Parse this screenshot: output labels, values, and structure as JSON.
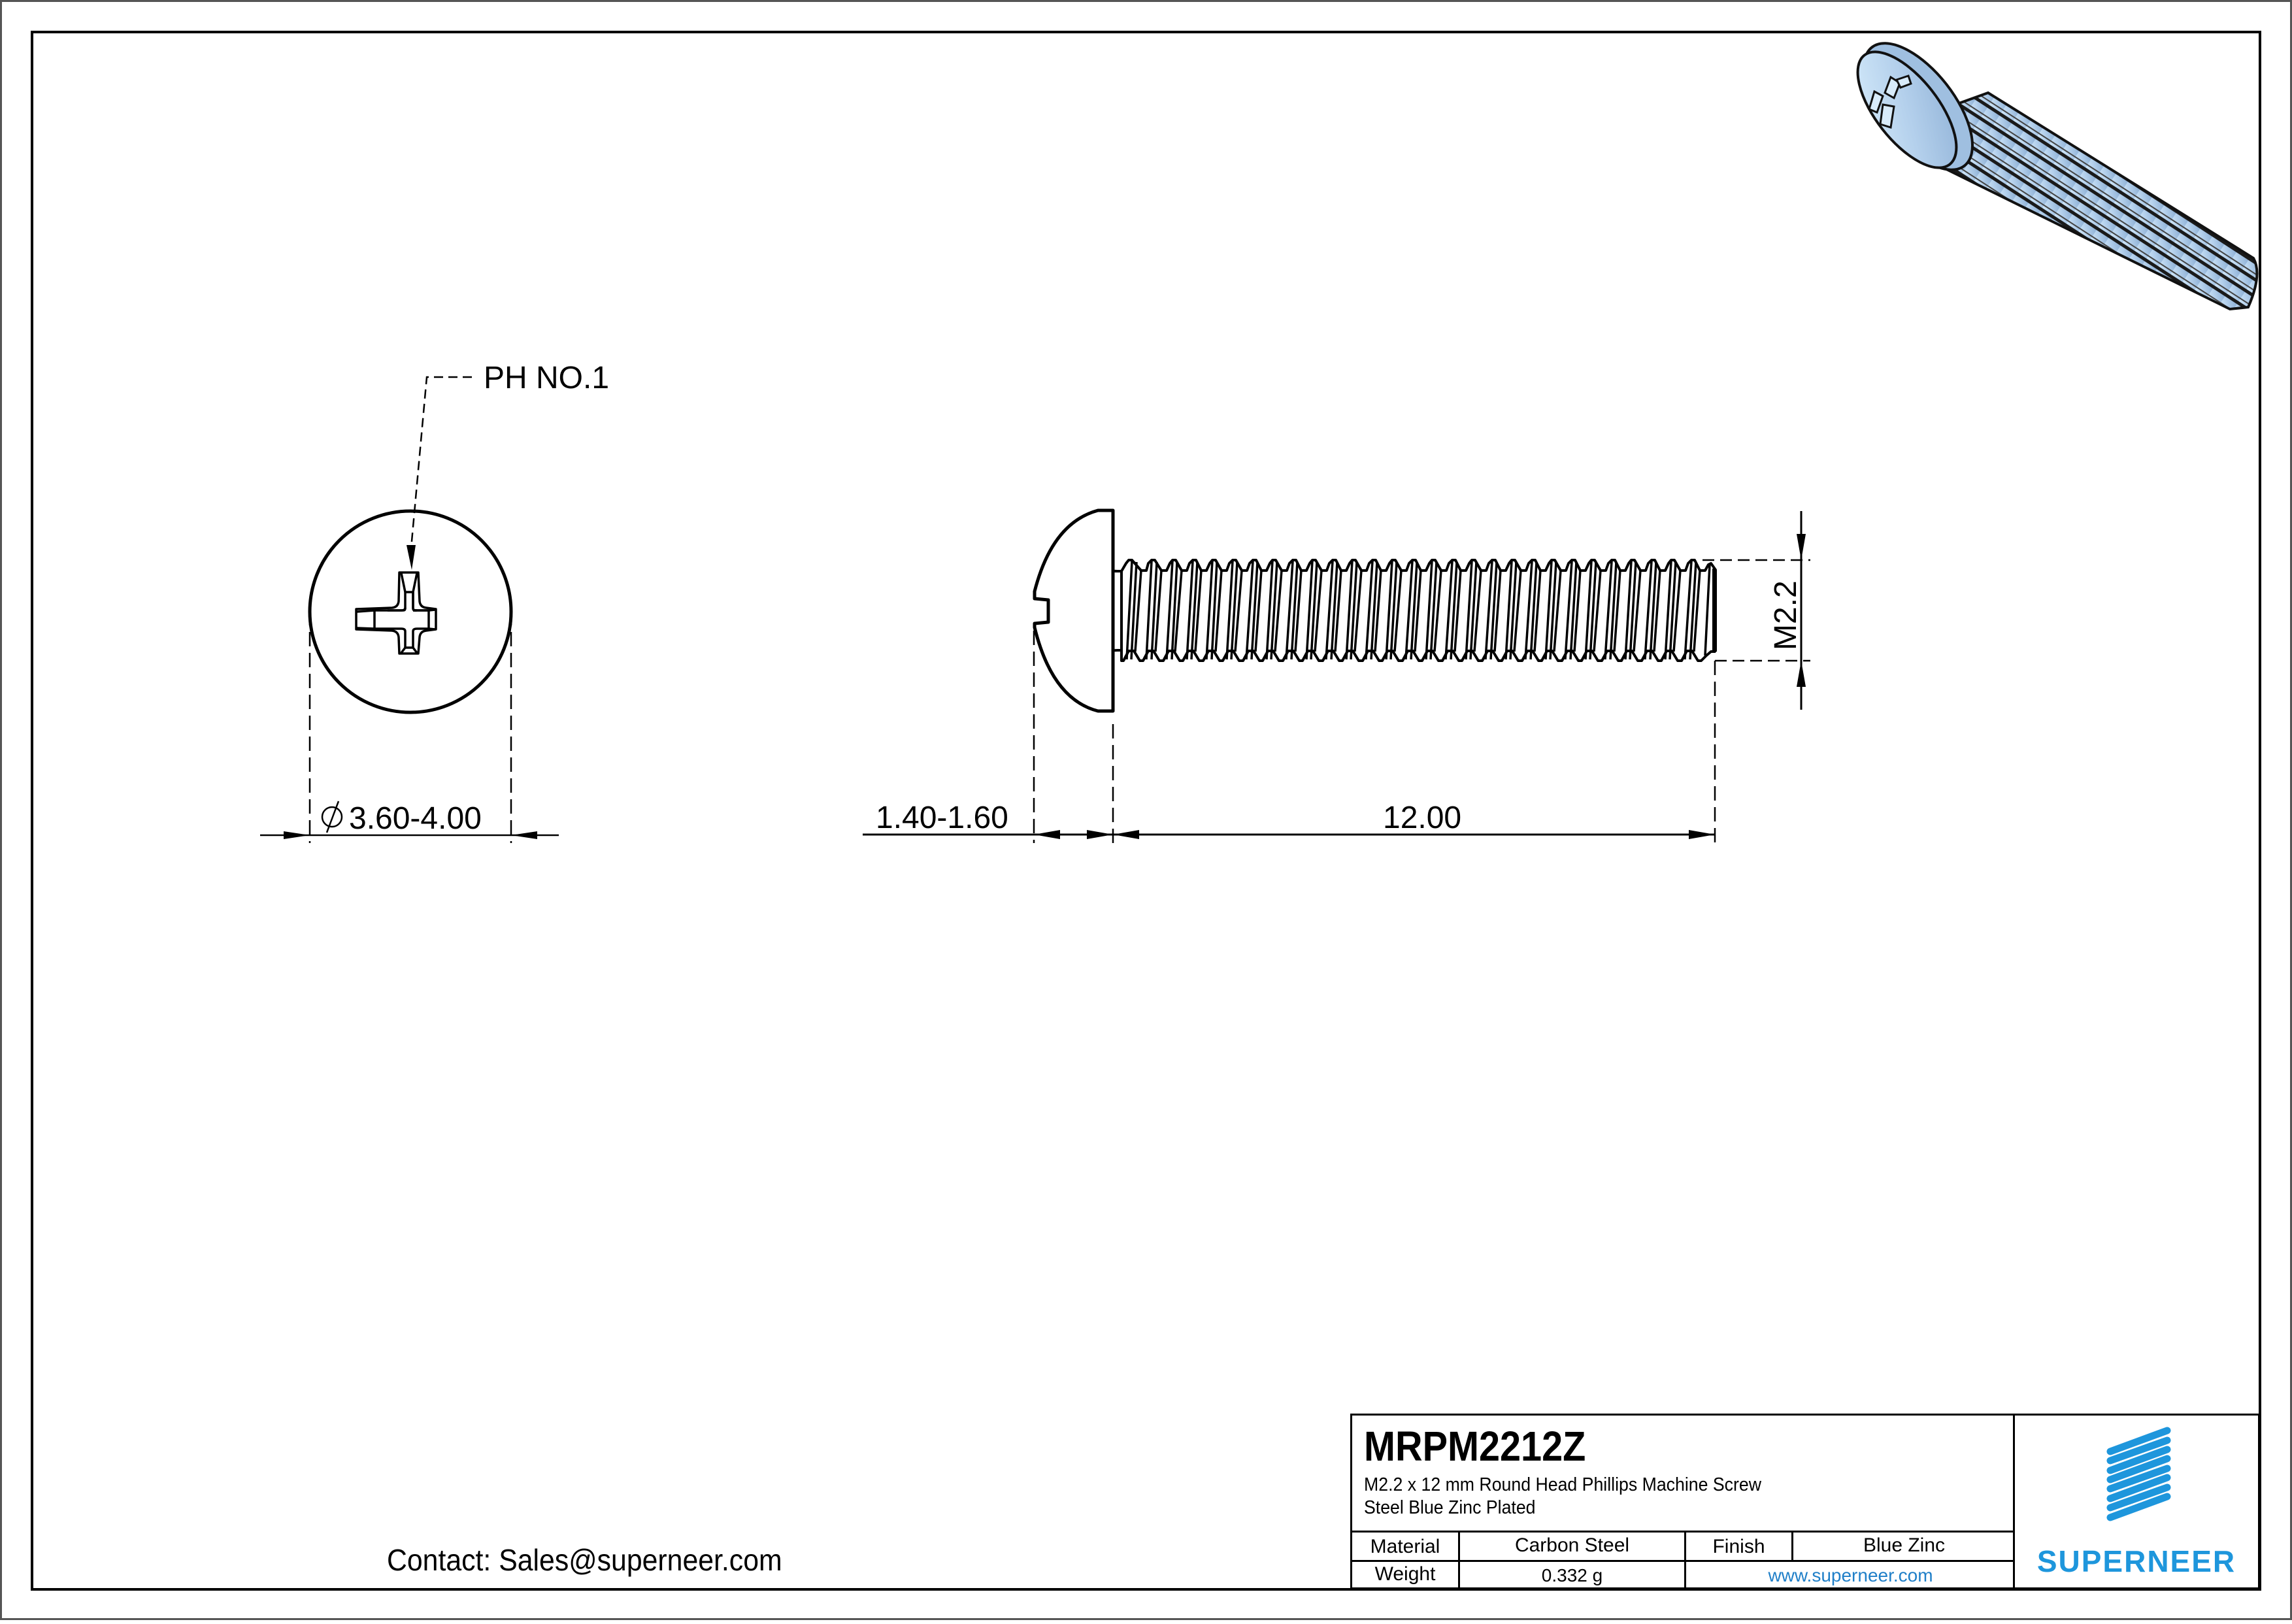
{
  "drawing": {
    "type": "engineering-drawing",
    "subject": "Round Head Phillips Machine Screw"
  },
  "views": {
    "head_view": {
      "recess_label": "PH NO.1",
      "diameter_dim": {
        "symbol": "⌀",
        "value": "3.60-4.00"
      }
    },
    "side_view": {
      "head_height_dim": "1.40-1.60",
      "length_dim": "12.00",
      "thread_dim": "M2.2"
    },
    "iso_view": {
      "description": "3D shaded isometric view of blue zinc plated screw",
      "fill_color": "#b8d4ee"
    }
  },
  "title_block": {
    "part_number": "MRPM2212Z",
    "description_line1": "M2.2 x 12 mm Round Head Phillips Machine Screw",
    "description_line2": "Steel Blue Zinc Plated",
    "material_label": "Material",
    "material_value": "Carbon Steel",
    "finish_label": "Finish",
    "finish_value": "Blue Zinc",
    "weight_label": "Weight",
    "weight_value": "0.332 g",
    "website": "www.superneer.com",
    "logo_text": "SUPERNEER",
    "logo_color": "#1e96dc",
    "link_color": "#1f7fc8"
  },
  "contact": {
    "text": "Contact: Sales@superneer.com"
  }
}
